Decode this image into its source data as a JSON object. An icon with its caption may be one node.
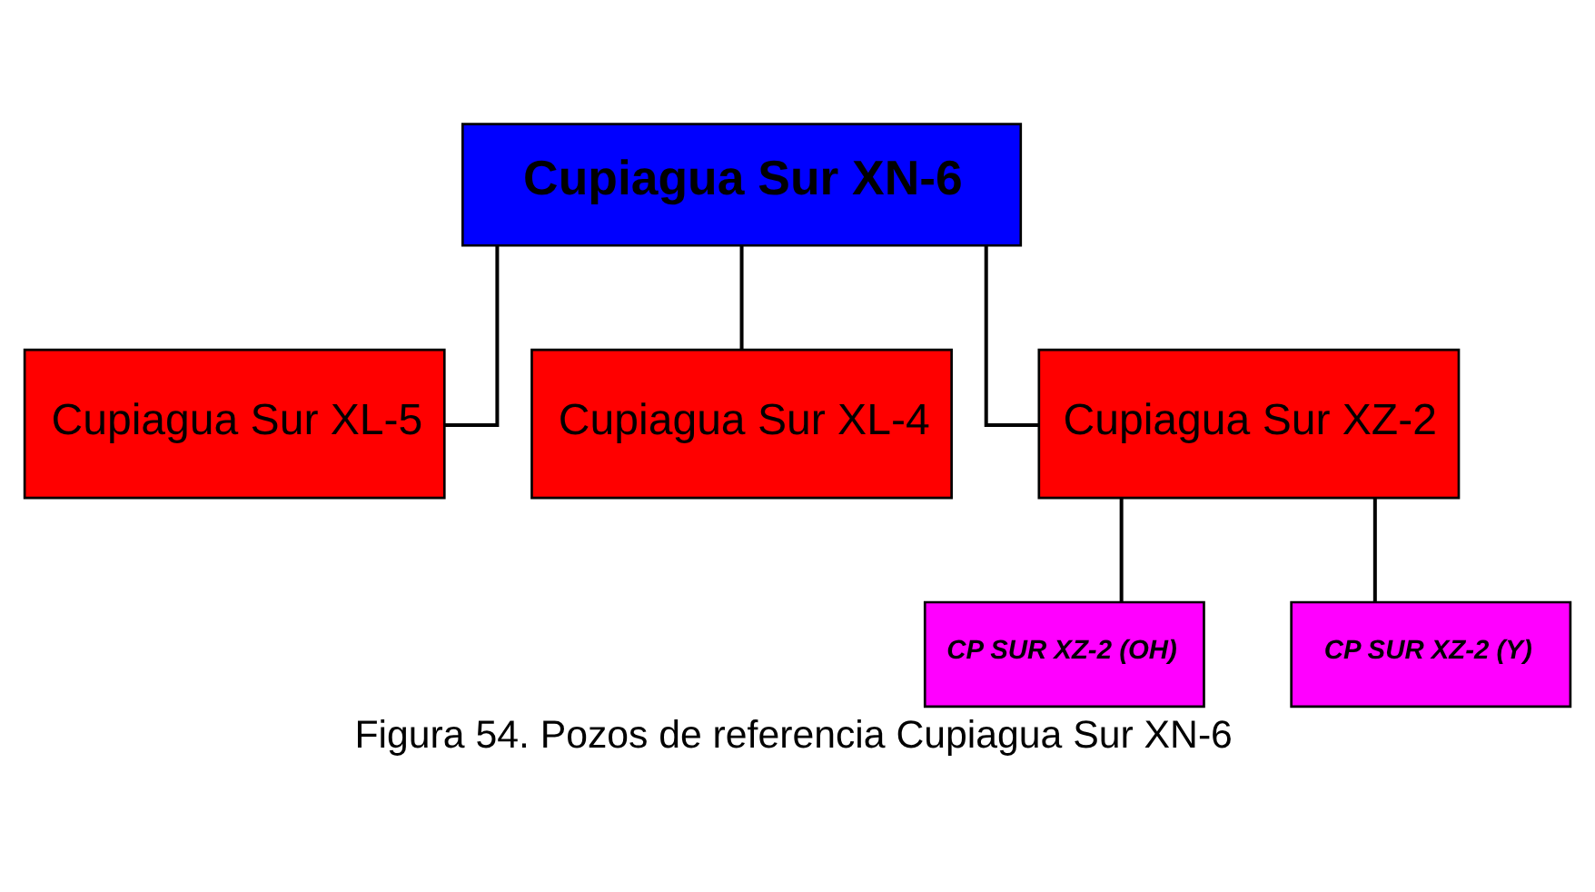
{
  "diagram": {
    "caption": "Figura 54. Pozos de referencia Cupiagua Sur XN-6",
    "nodes": [
      {
        "text": [
          "Cupiagua Sur XN-6"
        ]
      },
      {
        "text": [
          "Cupiagua Sur XL-5"
        ]
      },
      {
        "text": [
          "Cupiagua Sur XL-4"
        ]
      },
      {
        "text": [
          "Cupiagua Sur XZ-2"
        ]
      },
      {
        "text": [
          "CP SUR XZ-2 (OH)"
        ]
      },
      {
        "text": [
          "CP SUR XZ-2 (Y)"
        ]
      }
    ],
    "edges": [
      {
        "from": 0,
        "to": 1,
        "arrow": "none"
      },
      {
        "from": 0,
        "to": 2,
        "arrow": "none"
      },
      {
        "from": 0,
        "to": 3,
        "arrow": "none"
      },
      {
        "from": 3,
        "to": 4,
        "arrow": "none"
      },
      {
        "from": 3,
        "to": 5,
        "arrow": "none"
      }
    ]
  }
}
